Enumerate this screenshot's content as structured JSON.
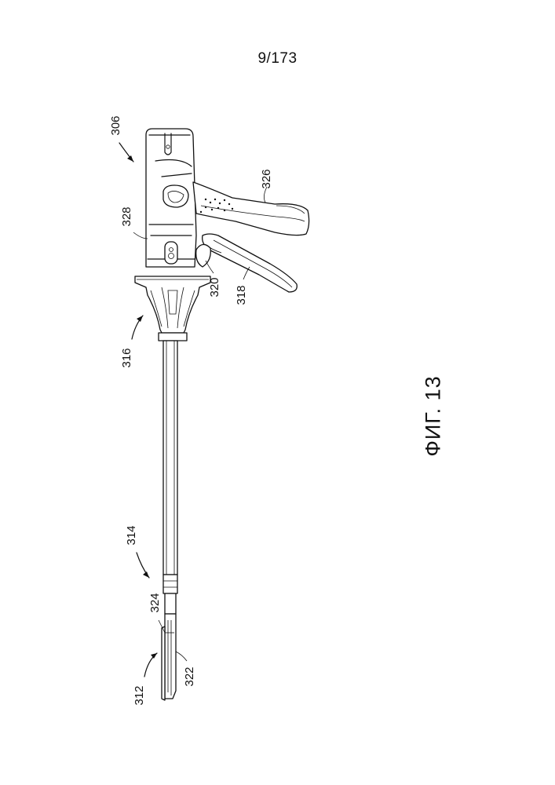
{
  "page": {
    "page_number": "9/173",
    "figure_label": "ФИГ. 13"
  },
  "reference_numerals": {
    "device": "306",
    "handle_grip": "326",
    "body_segment": "328",
    "trigger_pivot": "320",
    "trigger": "318",
    "knob": "316",
    "shaft": "314",
    "joint": "324",
    "end_effector": "312",
    "jaw": "322"
  }
}
